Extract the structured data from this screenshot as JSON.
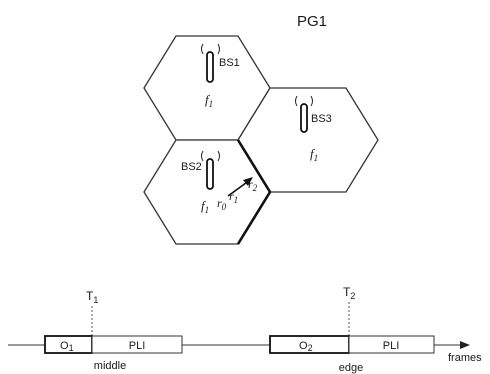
{
  "group_label": "PG1",
  "cells": [
    {
      "name": "BS1",
      "freq": "f",
      "freq_sub": "1"
    },
    {
      "name": "BS2",
      "freq": "f",
      "freq_sub": "1"
    },
    {
      "name": "BS3",
      "freq": "f",
      "freq_sub": "1"
    }
  ],
  "mobile_positions": [
    {
      "label": "r",
      "sub": "0"
    },
    {
      "label": "r",
      "sub": "1"
    },
    {
      "label": "r",
      "sub": "2"
    }
  ],
  "timeline": {
    "markers": [
      {
        "label": "T",
        "sub": "1"
      },
      {
        "label": "T",
        "sub": "2"
      }
    ],
    "blocks": [
      {
        "o_label": "O",
        "o_sub": "1",
        "pli_label": "PLI",
        "caption": "middle"
      },
      {
        "o_label": "O",
        "o_sub": "2",
        "pli_label": "PLI",
        "caption": "edge"
      }
    ],
    "axis_label": "frames"
  }
}
